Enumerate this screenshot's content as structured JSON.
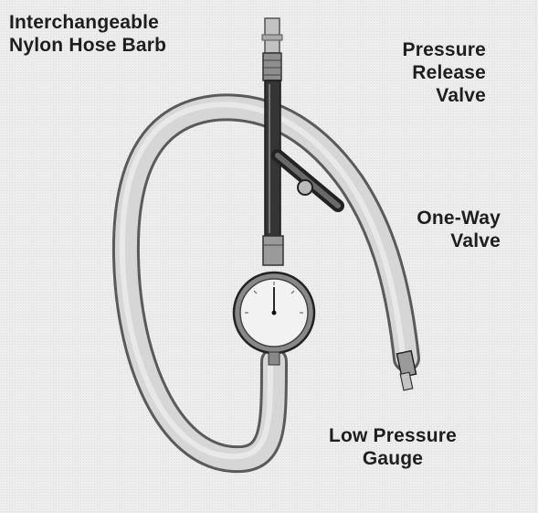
{
  "labels": {
    "barb": {
      "line1": "Interchangeable",
      "line2": "Nylon Hose Barb"
    },
    "release": {
      "line1": "Pressure",
      "line2": "Release",
      "line3": "Valve"
    },
    "oneway": {
      "line1": "One-Way",
      "line2": "Valve"
    },
    "gauge": {
      "line1": "Low Pressure",
      "line2": "Gauge"
    }
  },
  "colors": {
    "hose": "#d4d4d4",
    "hose_edge": "#5a5a5a",
    "tube": "#3a3a3a",
    "metal": "#9a9a9a",
    "text": "#1e1e1e"
  }
}
